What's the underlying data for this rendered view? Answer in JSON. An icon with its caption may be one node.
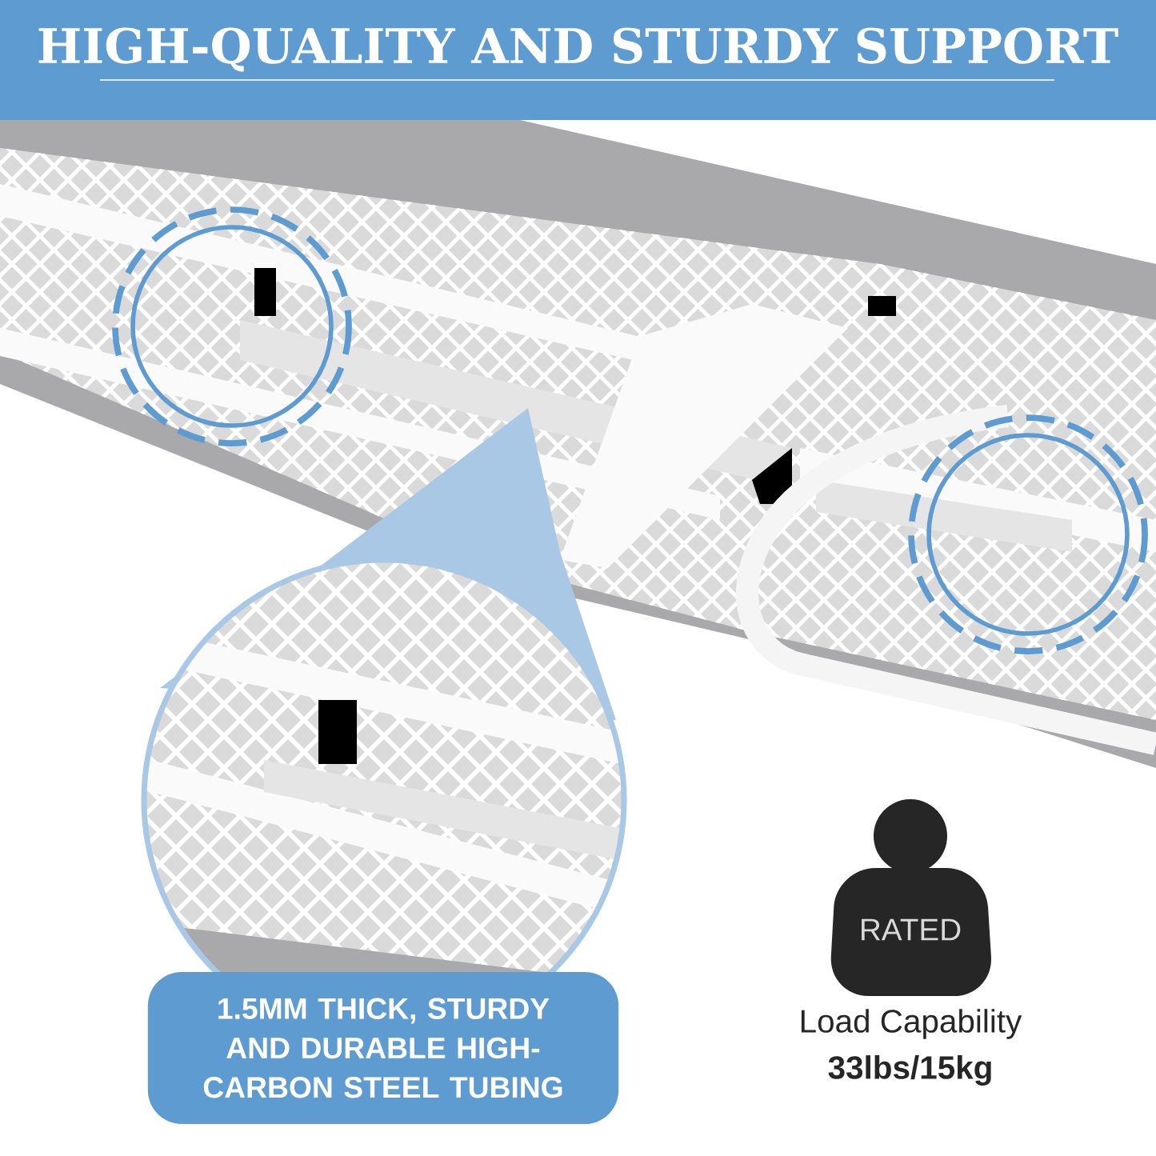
{
  "diagram": {
    "title": "HIGH-QUALITY AND STURDY SUPPORT",
    "nodes": [
      {
        "text": [
          "1.5MM THICK, STURDY AND DURABLE HIGH-CARBON STEEL TUBING"
        ]
      },
      {
        "text": [
          "RATED"
        ],
        "beside": [
          "Load Capability",
          "33lbs/15kg"
        ]
      }
    ]
  }
}
